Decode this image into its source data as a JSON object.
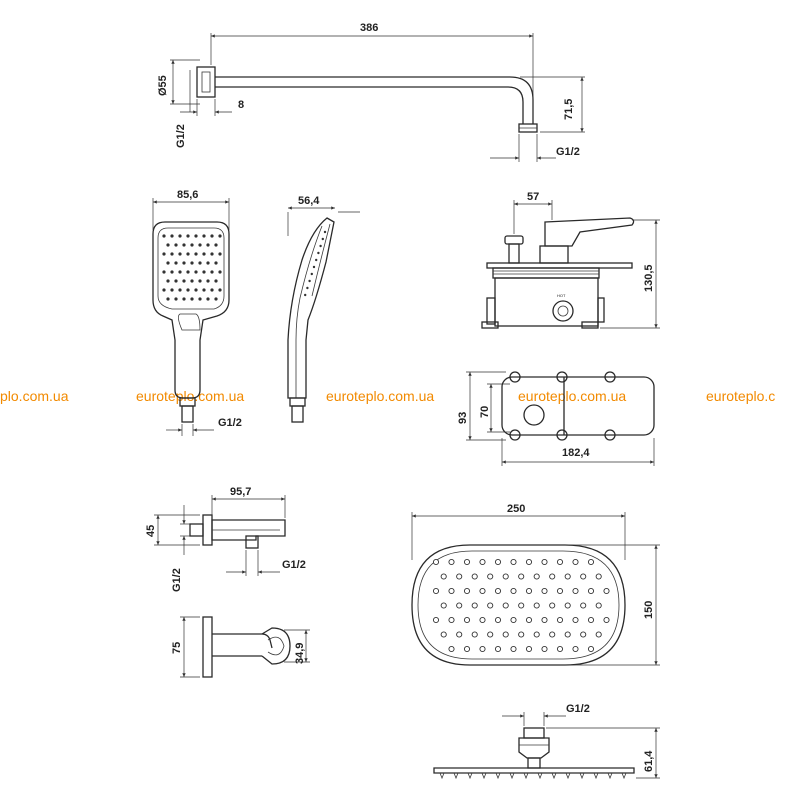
{
  "watermark": {
    "text": "euroteplo.com.ua",
    "partial_left": "plo.com.ua",
    "partial_right": "euroteplo.c",
    "color": "#f28a00"
  },
  "arm": {
    "length": "386",
    "flange_diameter": "Ø55",
    "offset": "8",
    "drop": "71,5",
    "thread_left": "G1/2",
    "thread_right": "G1/2"
  },
  "hand_shower": {
    "width": "85,6",
    "thread": "G1/2"
  },
  "hand_shower_side": {
    "depth": "56,4"
  },
  "mixer": {
    "offset": "57",
    "height": "130,5",
    "hot_label": "HOT"
  },
  "cover_plate": {
    "height": "93",
    "inner_height": "70",
    "width": "182,4"
  },
  "outlet": {
    "length": "95,7",
    "height": "45",
    "thread_left": "G1/2",
    "thread_right": "G1/2"
  },
  "holder": {
    "height": "75",
    "ring": "34,9"
  },
  "head_top": {
    "width": "250",
    "height": "150"
  },
  "head_side": {
    "thread": "G1/2",
    "height": "61,4"
  },
  "colors": {
    "line": "#2a2a2a",
    "background": "#ffffff"
  }
}
